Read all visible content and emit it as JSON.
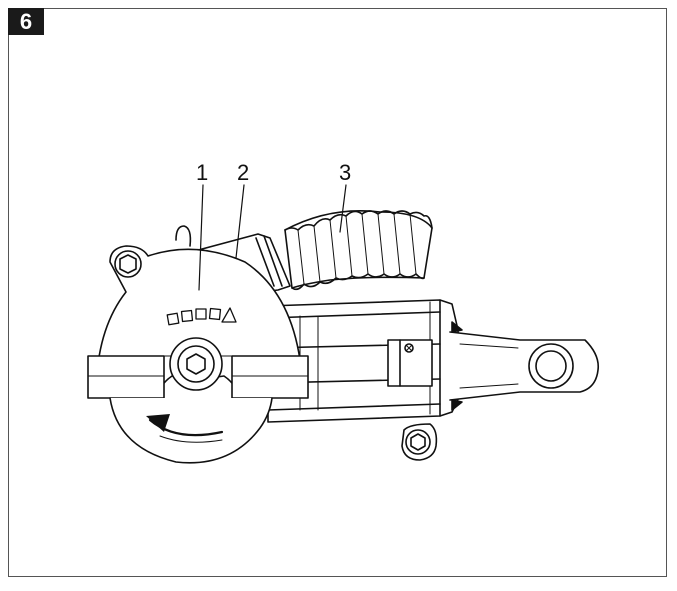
{
  "figure": {
    "number": "6"
  },
  "callouts": [
    {
      "id": "c1",
      "label": "1"
    },
    {
      "id": "c2",
      "label": "2"
    },
    {
      "id": "c3",
      "label": "3"
    }
  ],
  "colors": {
    "ink": "#111111",
    "frame": "#555555",
    "badge_bg": "#1a1a1a",
    "paper": "#ffffff"
  }
}
